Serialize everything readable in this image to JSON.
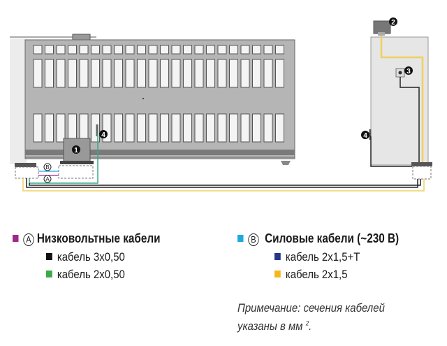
{
  "diagram": {
    "markers": {
      "motor": "1",
      "lamp": "2",
      "key_switch": "3",
      "photocell": "4",
      "label_a": "A",
      "label_b": "B"
    }
  },
  "legend": {
    "low_voltage": {
      "marker": "A",
      "title": "Низковольтные кабели",
      "color": "#a0288c",
      "items": [
        {
          "label": "кабель 3x0,50",
          "color": "#111111"
        },
        {
          "label": "кабель 2x0,50",
          "color": "#3aaa4a"
        }
      ]
    },
    "power": {
      "marker": "B",
      "title": "Силовые кабели (~230 В)",
      "color": "#1ea8e0",
      "items": [
        {
          "label": "кабель 2x1,5+T",
          "color": "#24378a"
        },
        {
          "label": "кабель 2x1,5",
          "color": "#f5b81c"
        }
      ]
    }
  },
  "note": {
    "line1": "Примечание: сечения кабелей",
    "line2": "указаны в мм",
    "sup": "2",
    "end": "."
  }
}
